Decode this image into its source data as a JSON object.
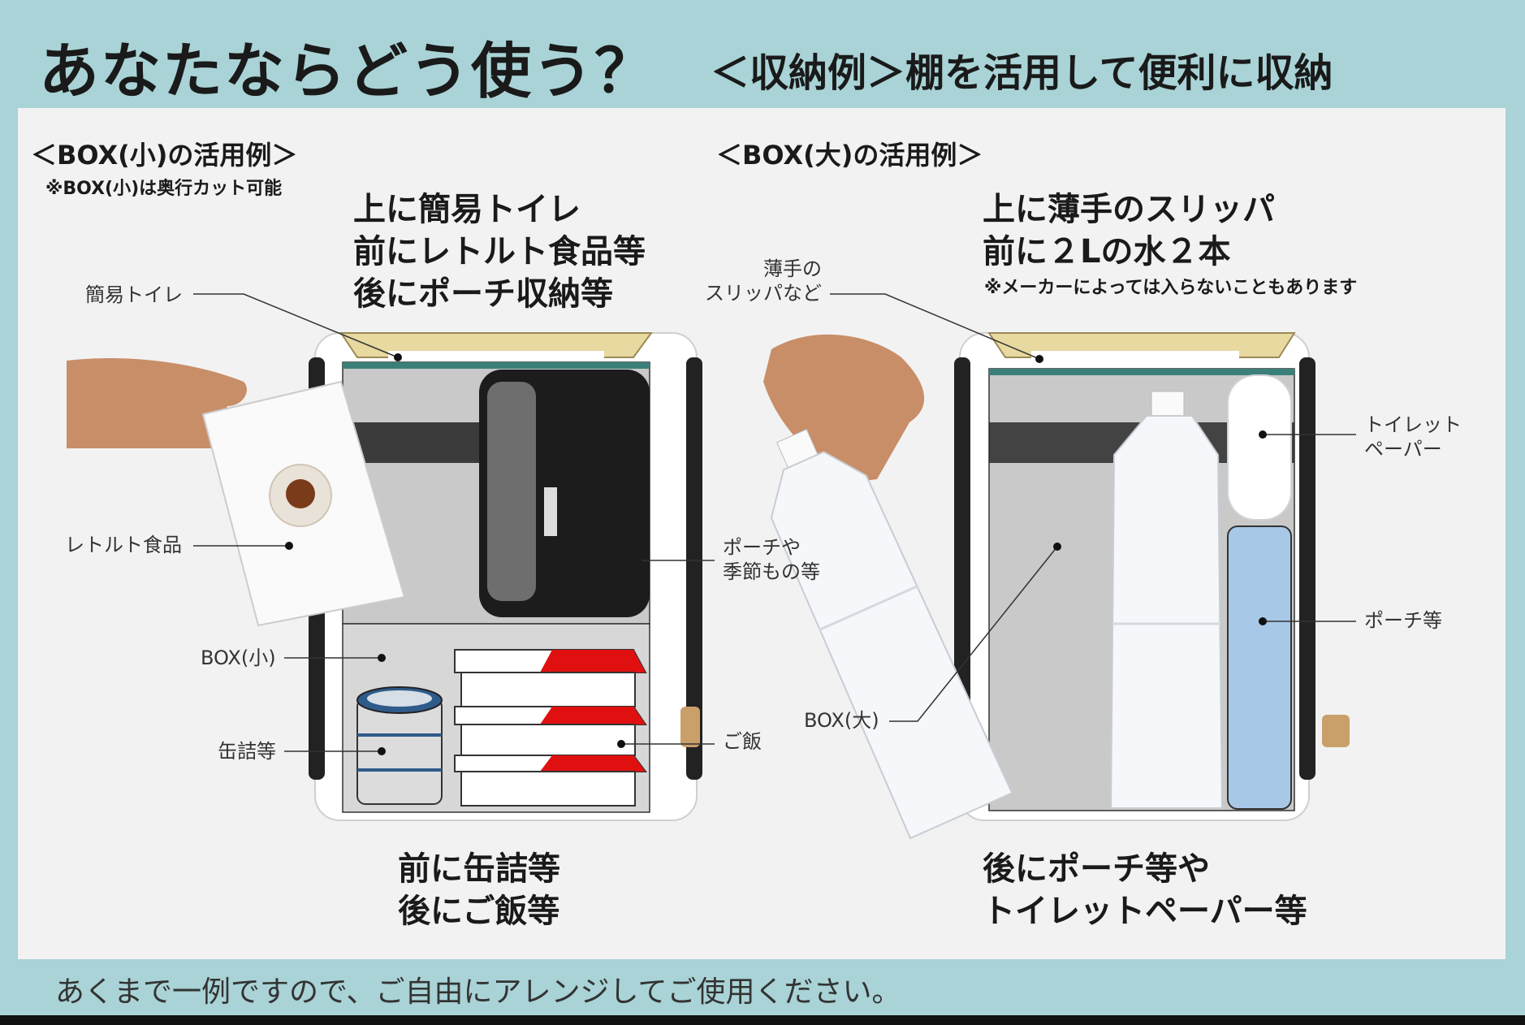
{
  "header": {
    "title": "あなたならどう使う？",
    "subtitle": "＜収納例＞棚を活用して便利に収納"
  },
  "left": {
    "section_title": "＜BOX(小)の活用例＞",
    "section_note": "※BOX(小)は奥行カット可能",
    "top_caption": [
      "上に簡易トイレ",
      "前にレトルト食品等",
      "後にポーチ収納等"
    ],
    "bottom_caption": [
      "前に缶詰等",
      "後にご飯等"
    ],
    "callouts": {
      "toilet": "簡易トイレ",
      "retort": "レトルト食品",
      "box_small": "BOX(小)",
      "cans": "缶詰等",
      "pouch": [
        "ポーチや",
        "季節もの等"
      ],
      "rice": "ご飯"
    }
  },
  "right": {
    "section_title": "＜BOX(大)の活用例＞",
    "top_caption": [
      "上に薄手のスリッパ",
      "前に２Lの水２本"
    ],
    "caption_note": "※メーカーによっては入らないこともあります",
    "bottom_caption": [
      "後にポーチ等や",
      "トイレットペーパー等"
    ],
    "callouts": {
      "slippers": [
        "薄手の",
        "スリッパなど"
      ],
      "toilet_paper": [
        "トイレット",
        "ペーパー"
      ],
      "pouch": "ポーチ等",
      "box_large": "BOX(大)"
    }
  },
  "footer": {
    "note": "あくまで一例ですので、ご自由にアレンジしてご使用ください。"
  },
  "colors": {
    "background": "#a9d3d6",
    "panel": "#f2f2f2",
    "red_lid": "#e01010",
    "blue_pouch": "#a8c8e8"
  }
}
